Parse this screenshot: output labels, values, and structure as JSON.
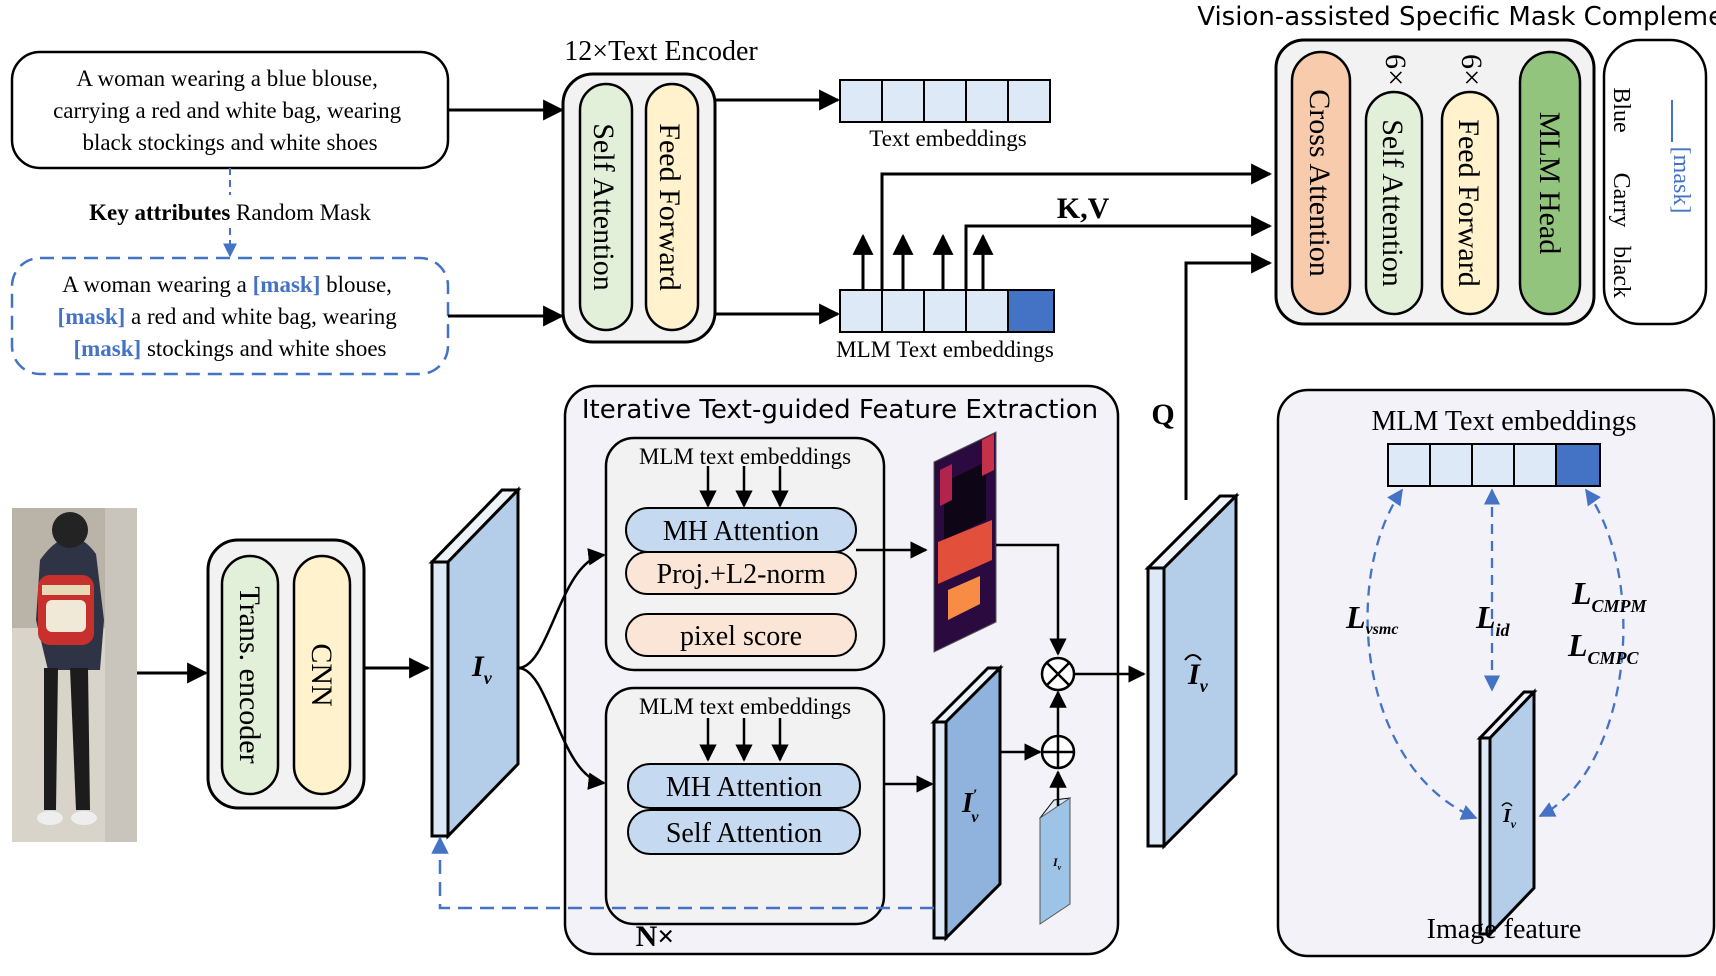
{
  "captions": {
    "sentence": [
      "A woman wearing a blue blouse,",
      "carrying a red and white bag, wearing",
      "black stockings and white shoes"
    ],
    "key_attr_bold": "Key attributes",
    "key_attr_rest": " Random Mask",
    "masked_line1": [
      "A woman wearing a ",
      "[mask]",
      " blouse,"
    ],
    "masked_line2": [
      "[mask]",
      " a red and white bag, wearing"
    ],
    "masked_line3": [
      "[mask]",
      " stockings and white shoes"
    ]
  },
  "text_encoder": {
    "title": "12×Text Encoder",
    "self_attention": "Self Attention",
    "feed_forward": "Feed Forward"
  },
  "labels": {
    "text_embeddings": "Text embeddings",
    "mlm_text_embeddings": "MLM Text embeddings",
    "kv": "K,V",
    "q": "Q",
    "n_times": "N×"
  },
  "vsmc": {
    "title": "Vision-assisted Specific Mask Complement",
    "cross_attention": "Cross Attention",
    "self_attention": "Self Attention",
    "feed_forward": "Feed Forward",
    "mlm_head": "MLM Head",
    "six_a": "6×",
    "six_b": "6×",
    "out_blue": "Blue",
    "out_carry": "Carry",
    "out_black": "black",
    "out_mask": "[mask]"
  },
  "image_encoder": {
    "trans_encoder": "Trans. encoder",
    "cnn": "CNN"
  },
  "feature": {
    "iv_main": "I",
    "iv_sub": "v",
    "iv_prime": "′"
  },
  "itfe": {
    "title": "Iterative Text-guided Feature Extraction",
    "mlm_text_embeddings": "MLM text embeddings",
    "mh_attention": "MH Attention",
    "proj_l2": "Proj.+L2-norm",
    "pixel_score": "pixel score",
    "self_attention": "Self Attention"
  },
  "ops": {
    "multiply": "⊗",
    "add": "⊕"
  },
  "loss_panel": {
    "title": "MLM Text embeddings",
    "l_vsmc_main": "L",
    "l_vsmc_sub": "vsmc",
    "l_id_main": "L",
    "l_id_sub": "id",
    "l_cmpm_main": "L",
    "l_cmpm_sub": "CMPM",
    "l_cmpc_main": "L",
    "l_cmpc_sub": "CMPC",
    "image_feature": "Image feature"
  },
  "colors": {
    "mask_blue": "#4472c4",
    "embed_fill": "#dde9f6",
    "embed_dark": "#4472c4",
    "self_attn_fill": "#e2f0d9",
    "feed_forward_fill": "#fff2cc",
    "cross_attn_fill": "#f8cbad",
    "mlm_head_fill": "#93c47d",
    "panel_fill": "#f2f2f8",
    "feature_fill": "#b4cde9",
    "mh_attn_fill": "#c5d9f1",
    "proj_fill": "#fbe5d6"
  }
}
